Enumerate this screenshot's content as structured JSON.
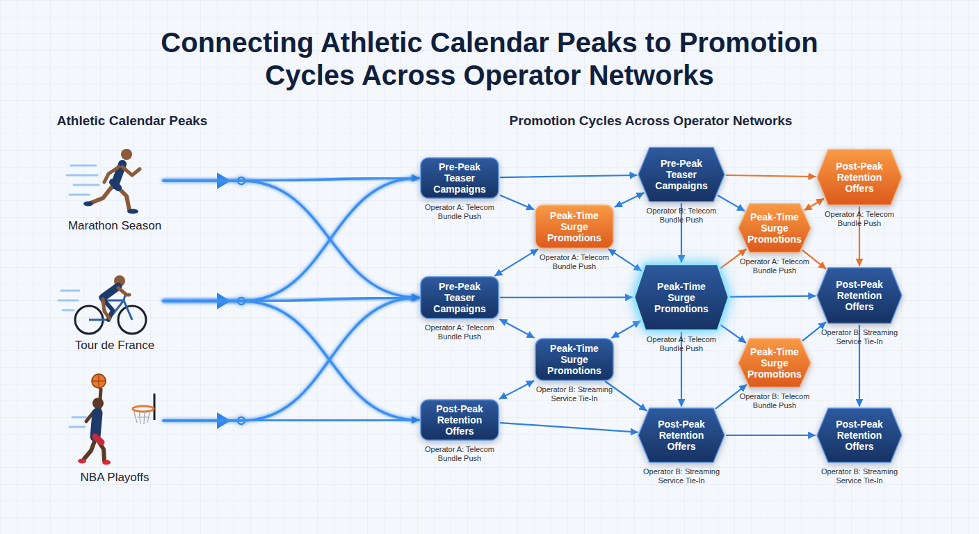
{
  "diagram": {
    "title": "Connecting Athletic Calendar Peaks to Promotion Cycles Across Operator Networks",
    "nodes": [
      {
        "text": [
          "Marathon Season"
        ]
      },
      {
        "text": [
          "Tour de France"
        ]
      },
      {
        "text": [
          "NBA Playoffs"
        ]
      },
      {
        "text": [
          "Pre-Peak Teaser Campaigns",
          "Operator A: Telecom Bundle Push"
        ]
      },
      {
        "text": [
          "Pre-Peak Teaser Campaigns",
          "Operator A: Telecom Bundle Push"
        ]
      },
      {
        "text": [
          "Post-Peak Retention Offers",
          "Operator A: Telecom Bundle Push"
        ]
      },
      {
        "text": [
          "Peak-Time Surge Promotions",
          "Operator A: Telecom Bundle Push"
        ]
      },
      {
        "text": [
          "Peak-Time Surge Promotions",
          "Operator B: Streaming Service Tie-In"
        ]
      },
      {
        "text": [
          "Pre-Peak Teaser Campaigns",
          "Operator B: Telecom Bundle Push"
        ]
      },
      {
        "text": [
          "Peak-Time Surge Promotions",
          "Operator A: Telecom Bundle Push"
        ]
      },
      {
        "text": [
          "Post-Peak Retention Offers",
          "Operator B: Streaming Service Tie-In"
        ]
      },
      {
        "text": [
          "Peak-Time Surge Promotions",
          "Operator A: Telecom Bundle Push"
        ]
      },
      {
        "text": [
          "Peak-Time Surge Promotions",
          "Operator B: Telecom Bundle Push"
        ]
      },
      {
        "text": [
          "Post-Peak Retention Offers",
          "Operator A: Telecom Bundle Push"
        ]
      },
      {
        "text": [
          "Post-Peak Retention Offers",
          "Operator B: Streaming Service Tie-In"
        ]
      },
      {
        "text": [
          "Post-Peak Retention Offers",
          "Operator B: Streaming Service Tie-In"
        ]
      }
    ],
    "edges": [
      {
        "from": 0,
        "to": 3,
        "arrow": "to"
      },
      {
        "from": 0,
        "to": 4,
        "arrow": "to"
      },
      {
        "from": 1,
        "to": 3,
        "arrow": "to"
      },
      {
        "from": 1,
        "to": 4,
        "arrow": "to"
      },
      {
        "from": 1,
        "to": 5,
        "arrow": "to"
      },
      {
        "from": 2,
        "to": 4,
        "arrow": "to"
      },
      {
        "from": 2,
        "to": 5,
        "arrow": "to"
      },
      {
        "from": 3,
        "to": 8,
        "arrow": "to"
      },
      {
        "from": 3,
        "to": 6,
        "arrow": "to"
      },
      {
        "from": 6,
        "to": 4,
        "arrow": "both"
      },
      {
        "from": 6,
        "to": 8,
        "arrow": "both"
      },
      {
        "from": 8,
        "to": 9,
        "arrow": "to"
      },
      {
        "from": 8,
        "to": 11,
        "arrow": "to"
      },
      {
        "from": 8,
        "to": 13,
        "arrow": "to"
      },
      {
        "from": 6,
        "to": 9,
        "arrow": "both"
      },
      {
        "from": 4,
        "to": 9,
        "arrow": "to"
      },
      {
        "from": 4,
        "to": 7,
        "arrow": "both"
      },
      {
        "from": 7,
        "to": 9,
        "arrow": "both"
      },
      {
        "from": 9,
        "to": 10,
        "arrow": "to"
      },
      {
        "from": 9,
        "to": 14,
        "arrow": "to"
      },
      {
        "from": 9,
        "to": 12,
        "arrow": "to"
      },
      {
        "from": 9,
        "to": 11,
        "arrow": "to"
      },
      {
        "from": 11,
        "to": 13,
        "arrow": "both"
      },
      {
        "from": 13,
        "to": 14,
        "arrow": "to"
      },
      {
        "from": 11,
        "to": 14,
        "arrow": "to"
      },
      {
        "from": 7,
        "to": 5,
        "arrow": "both"
      },
      {
        "from": 7,
        "to": 10,
        "arrow": "to"
      },
      {
        "from": 5,
        "to": 10,
        "arrow": "to"
      },
      {
        "from": 10,
        "to": 12,
        "arrow": "to"
      },
      {
        "from": 12,
        "to": 14,
        "arrow": "to"
      },
      {
        "from": 10,
        "to": 15,
        "arrow": "to"
      },
      {
        "from": 14,
        "to": 15,
        "arrow": "to"
      }
    ],
    "labels": [
      "Athletic Calendar Peaks",
      "Promotion Cycles Across Operator Networks"
    ]
  }
}
